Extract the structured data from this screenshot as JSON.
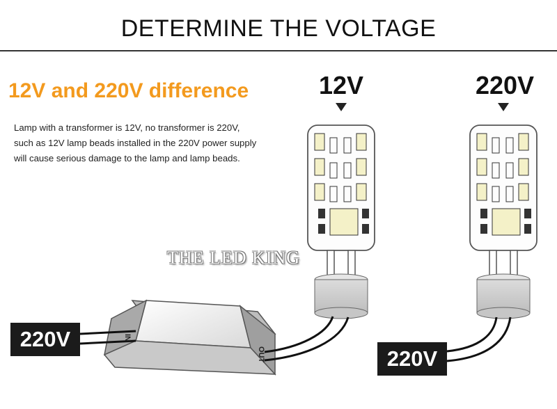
{
  "header": {
    "title": "DETERMINE THE VOLTAGE"
  },
  "section": {
    "subtitle": "12V and 220V difference",
    "description": "Lamp with a transformer is 12V, no transformer is 220V, such as 12V lamp beads installed in the 220V power supply will cause serious damage to the lamp and lamp beads."
  },
  "lamps": {
    "left_label": "12V",
    "right_label": "220V"
  },
  "supply": {
    "left_input": "220V",
    "right_input": "220V"
  },
  "transformer": {
    "in_label": "IN",
    "out_label": "OUT"
  },
  "watermark": {
    "text": "THE LED KING"
  },
  "colors": {
    "accent": "#f39a1e",
    "dark_box": "#1b1b1b",
    "led_chip": "#f4f1c8"
  },
  "icons": {
    "arrow": "down-triangle-icon"
  }
}
